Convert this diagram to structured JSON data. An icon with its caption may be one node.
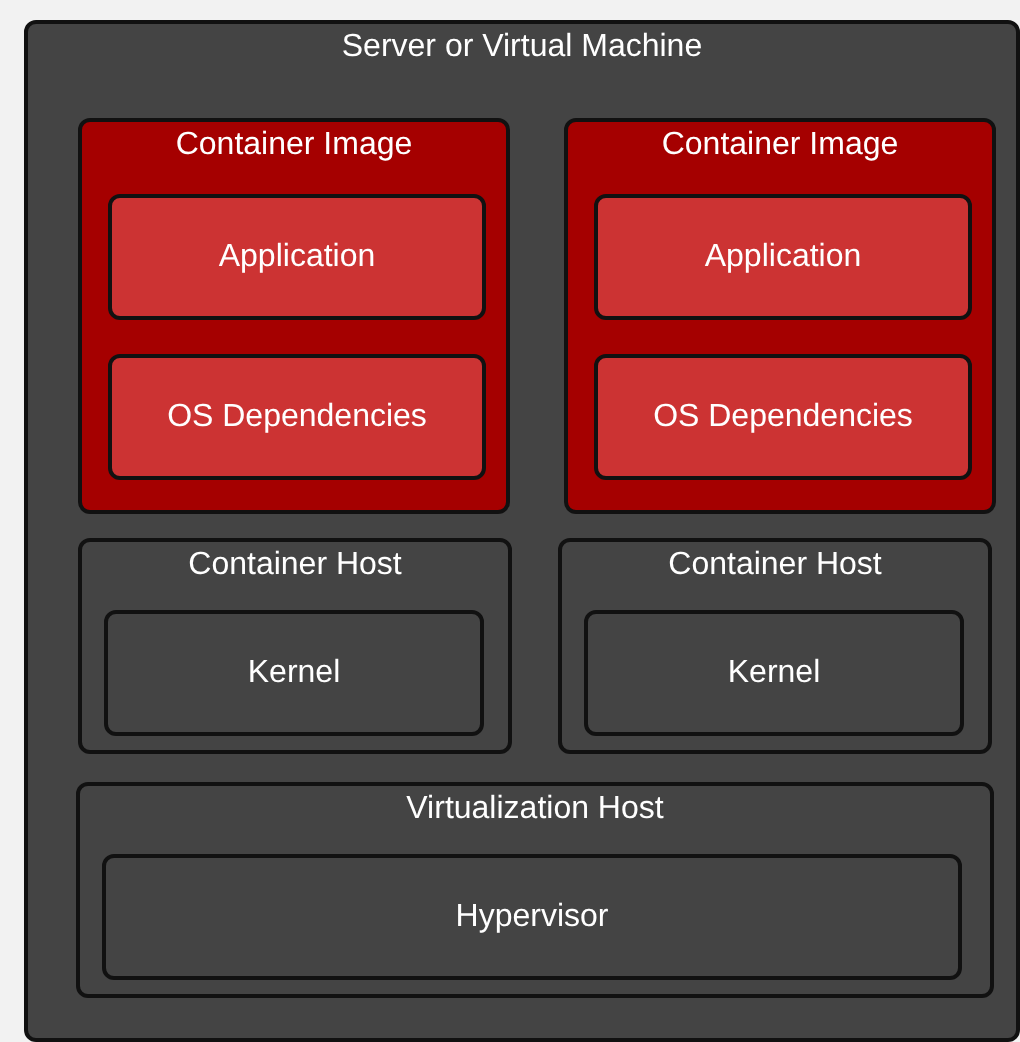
{
  "diagram": {
    "nodes": [
      {
        "text": [
          "Server or Virtual Machine"
        ]
      },
      {
        "text": [
          "Container Image"
        ],
        "in": 0
      },
      {
        "text": [
          "Application"
        ],
        "in": 1
      },
      {
        "text": [
          "OS Dependencies"
        ],
        "in": 1
      },
      {
        "text": [
          "Container Image"
        ],
        "in": 0
      },
      {
        "text": [
          "Application"
        ],
        "in": 4
      },
      {
        "text": [
          "OS Dependencies"
        ],
        "in": 4
      },
      {
        "text": [
          "Container Host"
        ],
        "in": 0
      },
      {
        "text": [
          "Kernel"
        ],
        "in": 7
      },
      {
        "text": [
          "Container Host"
        ],
        "in": 0
      },
      {
        "text": [
          "Kernel"
        ],
        "in": 9
      },
      {
        "text": [
          "Virtualization Host"
        ],
        "in": 0
      },
      {
        "text": [
          "Hypervisor"
        ],
        "in": 11
      }
    ]
  }
}
